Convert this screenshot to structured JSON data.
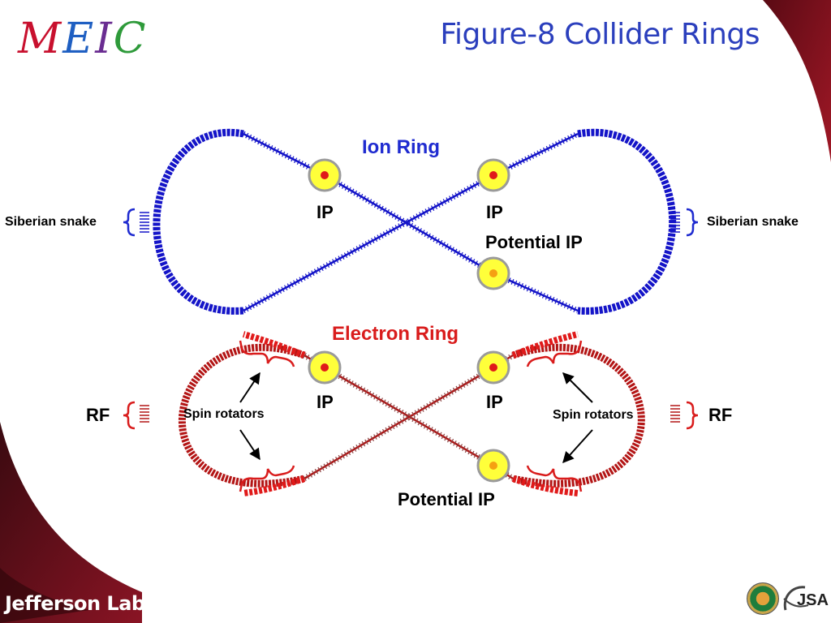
{
  "header": {
    "title": "Figure-8 Collider Rings",
    "logo_letters": [
      "M",
      "E",
      "I",
      "C"
    ],
    "logo_colors": [
      "#c8102e",
      "#1f5fc2",
      "#6a2d91",
      "#2e9a3a"
    ]
  },
  "ion_ring": {
    "label": "Ion Ring",
    "ip_left": "IP",
    "ip_right": "IP",
    "potential_ip": "Potential IP",
    "snake_left": "Siberian snake",
    "snake_right": "Siberian snake",
    "color": "#1414c8"
  },
  "electron_ring": {
    "label": "Electron Ring",
    "ip_left": "IP",
    "ip_right": "IP",
    "potential_ip": "Potential IP",
    "rf_left": "RF",
    "rf_right": "RF",
    "spin_left": "Spin rotators",
    "spin_right": "Spin rotators",
    "color": "#b31515"
  },
  "footer": {
    "lab_name": "Jefferson Lab",
    "jsa_logo_text": "JSA"
  }
}
